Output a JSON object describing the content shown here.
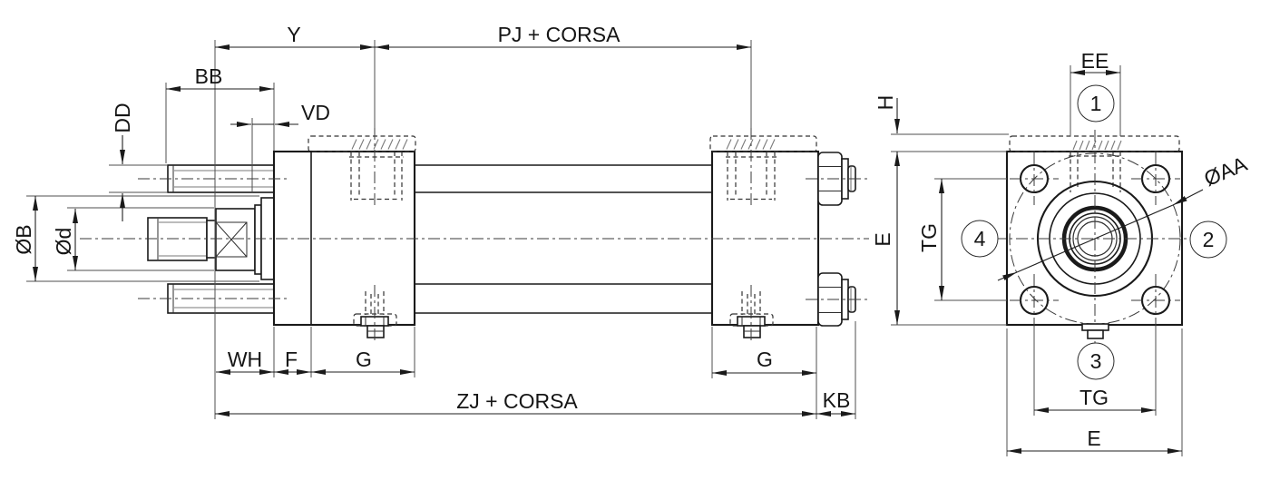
{
  "drawing": {
    "kind": "tie-rod cylinder dimensional drawing",
    "colors": {
      "background": "#ffffff",
      "line": "#1a1a1a",
      "thin_line": "#4f4f4f"
    },
    "side_view": {
      "labels": {
        "y": "Y",
        "pj_corsa": "PJ + CORSA",
        "bb": "BB",
        "dd": "DD",
        "vd": "VD",
        "dia_b": "ØB",
        "dia_d": "Ød",
        "wh": "WH",
        "f": "F",
        "g_front": "G",
        "g_rear": "G",
        "zj_corsa": "ZJ + CORSA",
        "kb": "KB"
      }
    },
    "end_view": {
      "labels": {
        "ee": "EE",
        "h": "H",
        "e_left": "E",
        "tg_left": "TG",
        "tg_bottom": "TG",
        "e_bottom": "E",
        "dia_aa": "ØAA"
      },
      "callouts": {
        "c1": "1",
        "c2": "2",
        "c3": "3",
        "c4": "4"
      }
    }
  }
}
